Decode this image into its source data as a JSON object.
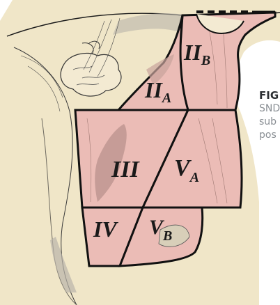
{
  "caption": {
    "title": "FIG",
    "lines": [
      "SND",
      "sub",
      "pos"
    ]
  },
  "levels": {
    "IIB": {
      "main": "II",
      "sub": "B"
    },
    "IIA": {
      "main": "II",
      "sub": "A"
    },
    "III": {
      "main": "III"
    },
    "VA": {
      "main": "V",
      "sub": "A"
    },
    "IV": {
      "main": "IV"
    },
    "VB": {
      "main": "V",
      "sub": "B"
    }
  },
  "colors": {
    "skin": "#f0e6c8",
    "zone": "#ebbcb6",
    "outline": "#111111",
    "shadow": "#a8a39a"
  }
}
